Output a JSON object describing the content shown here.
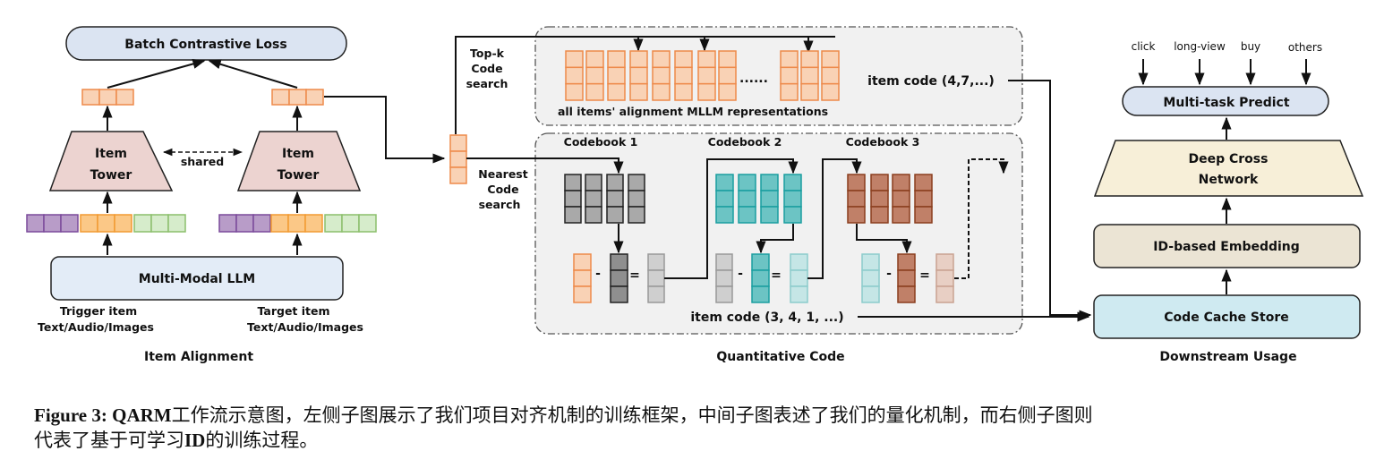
{
  "left_panel": {
    "loss_label": "Batch Contrastive Loss",
    "tower_left_line1": "Item",
    "tower_left_line2": "Tower",
    "tower_right_line1": "Item",
    "tower_right_line2": "Tower",
    "shared_label": "shared",
    "llm_label": "Multi-Modal LLM",
    "trigger_line1": "Trigger item",
    "trigger_line2": "Text/Audio/Images",
    "target_line1": "Target item",
    "target_line2": "Text/Audio/Images",
    "panel_title": "Item Alignment"
  },
  "middle_panel": {
    "topk_line1": "Top-k",
    "topk_line2": "Code",
    "topk_line3": "search",
    "nearest_line1": "Nearest",
    "nearest_line2": "Code",
    "nearest_line3": "search",
    "ellipsis": "......",
    "all_items_label": "all items' alignment MLLM representations",
    "item_code_top": "item code (4,7,...)",
    "codebook1": "Codebook 1",
    "codebook2": "Codebook 2",
    "codebook3": "Codebook 3",
    "minus": "-",
    "equals": "=",
    "item_code_bottom": "item code (3, 4, 1, ...)",
    "panel_title": "Quantitative Code"
  },
  "right_panel": {
    "signals": [
      "click",
      "long-view",
      "buy",
      "others"
    ],
    "multitask_label": "Multi-task Predict",
    "dcn_line1": "Deep Cross",
    "dcn_line2": "Network",
    "embedding_label": "ID-based Embedding",
    "cache_label": "Code Cache Store",
    "panel_title": "Downstream Usage"
  },
  "caption": {
    "figure_label": "Figure 3:",
    "model_name": "QARM",
    "line1_text": "工作流示意图，左侧子图展示了我们项目对齐机制的训练框架，中间子图表述了我们的量化机制，而右侧子图则",
    "line2_pre": "代表了基于可学习",
    "line2_id": "ID",
    "line2_post": "的训练过程。"
  },
  "colors": {
    "orange_fill": "#f9d2b5",
    "orange_stroke": "#ee8a4a",
    "purple_fill": "#b89cc8",
    "purple_stroke": "#7a4a9a",
    "orange2_fill": "#fbc887",
    "green_fill": "#d6eccb",
    "green_stroke": "#8cbf6c",
    "tower_fill": "#ecd3d0",
    "loss_fill": "#dbe4f2",
    "llm_fill": "#e3ecf7",
    "gray_fill": "#a9a9a9",
    "teal_fill": "#6cc4c4",
    "teal_stroke": "#1a9ea0",
    "brown_fill": "#c08068",
    "brown_stroke": "#8a3e1e",
    "dcn_fill": "#f7efd8",
    "embed_fill": "#ebe4d4",
    "cache_fill": "#cfeaf1",
    "panel_bg": "#f1f1f1"
  }
}
